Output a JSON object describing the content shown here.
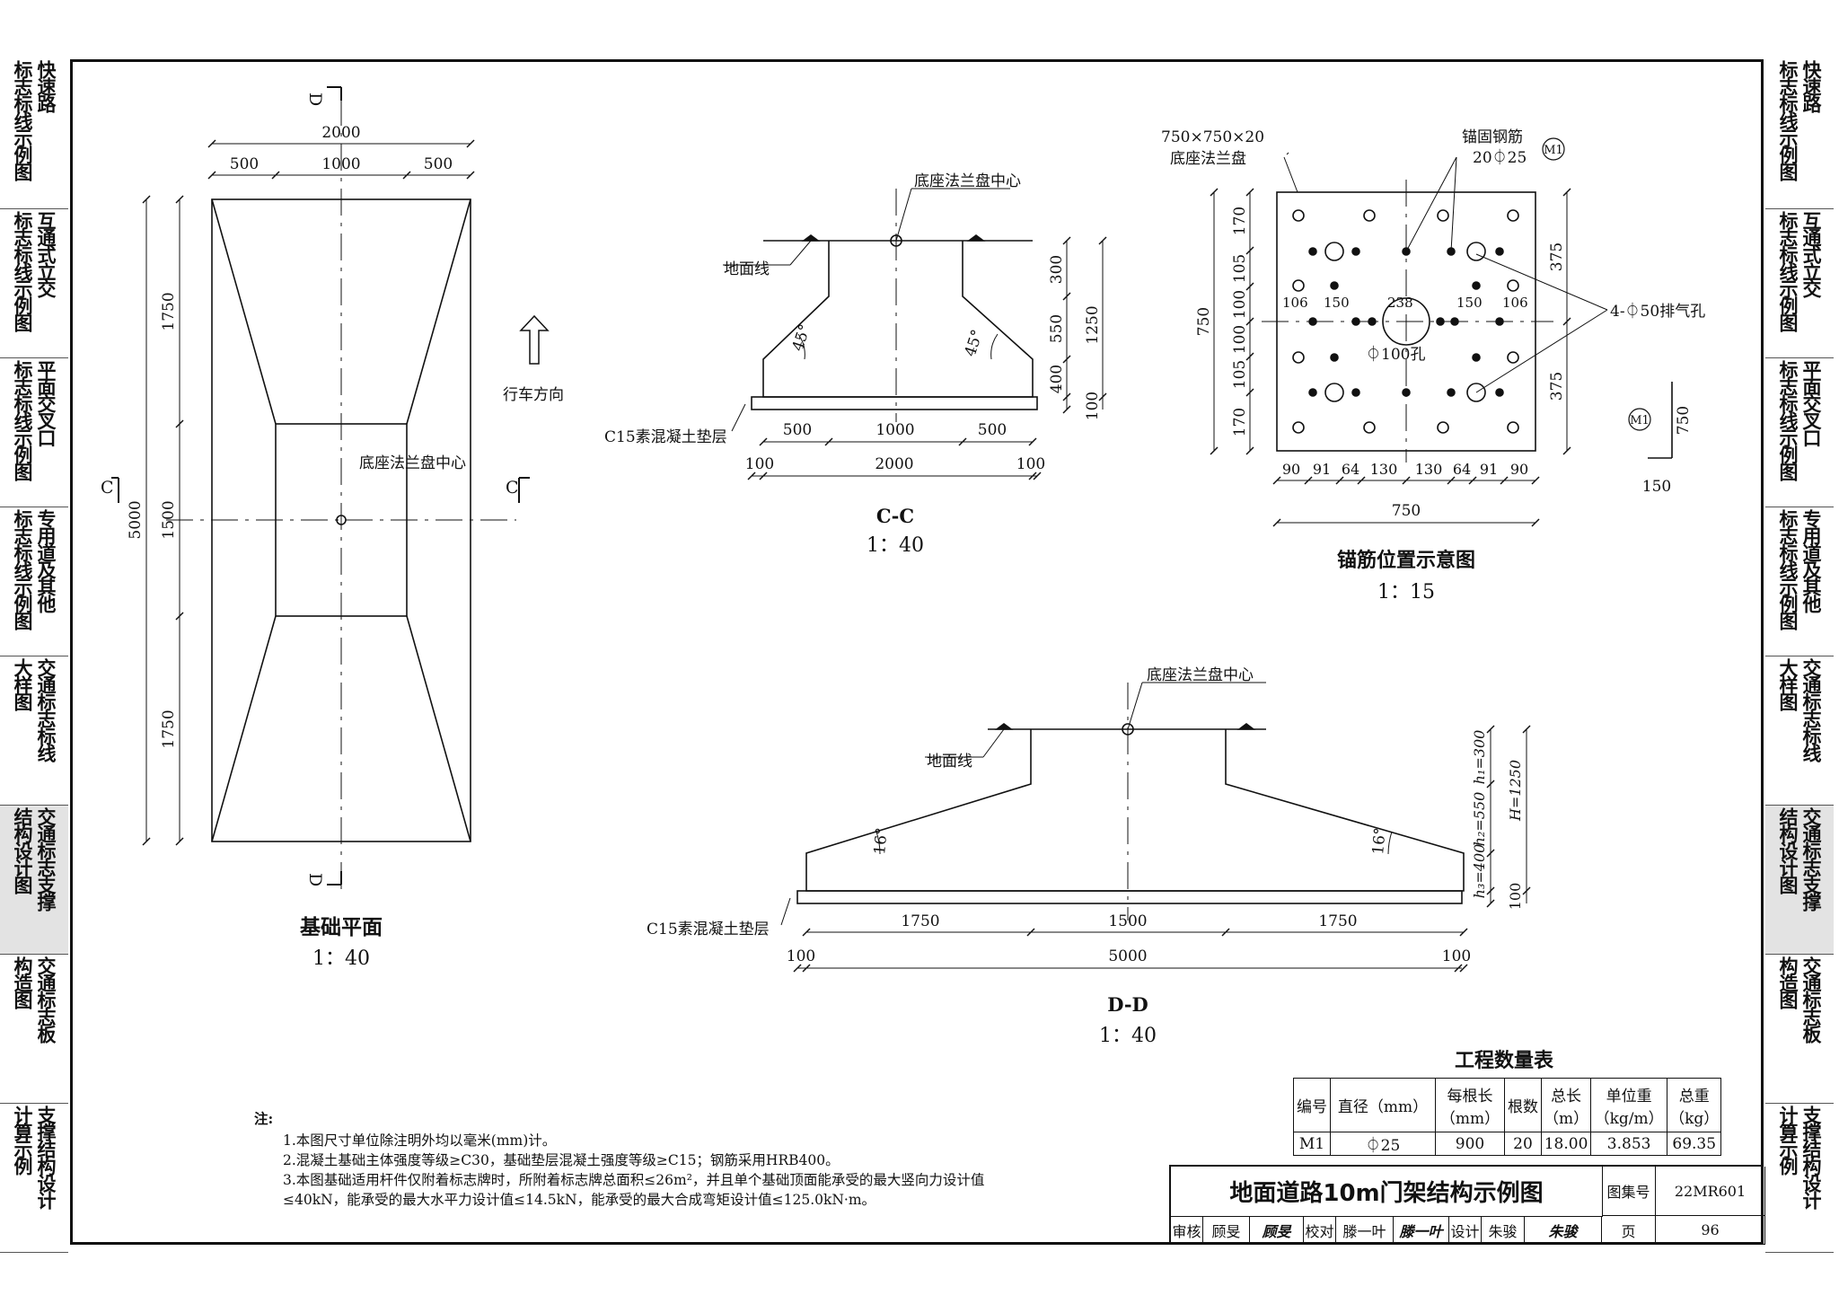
{
  "side_tabs": [
    {
      "cols": [
        "标志标线示例图",
        "快速路"
      ],
      "active": false,
      "height": 168
    },
    {
      "cols": [
        "标志标线示例图",
        "互通式立交"
      ],
      "active": false,
      "height": 166
    },
    {
      "cols": [
        "标志标线示例图",
        "平面交叉口"
      ],
      "active": false,
      "height": 166
    },
    {
      "cols": [
        "标志标线示例图",
        "专用道及其他"
      ],
      "active": false,
      "height": 166
    },
    {
      "cols": [
        "大样图",
        "交通标志标线"
      ],
      "active": false,
      "height": 166
    },
    {
      "cols": [
        "结构设计图",
        "交通标志支撑"
      ],
      "active": true,
      "height": 166
    },
    {
      "cols": [
        "构造图",
        "交通标志板"
      ],
      "active": false,
      "height": 166
    },
    {
      "cols": [
        "计算示例",
        "支撑结构设计"
      ],
      "active": false,
      "height": 166
    }
  ],
  "plan": {
    "title": "基础平面",
    "scale": "1：40",
    "dim_top_total": "2000",
    "dim_top_parts": [
      "500",
      "1000",
      "500"
    ],
    "dim_left_total": "5000",
    "dim_left_parts": [
      "1750",
      "1500",
      "1750"
    ],
    "center_label": "底座法兰盘中心",
    "section_c": "C",
    "section_d": "D",
    "direction_label": "行车方向"
  },
  "section_cc": {
    "title": "C-C",
    "scale": "1：40",
    "center_label": "底座法兰盘中心",
    "ground_label": "地面线",
    "base_label": "C15素混凝土垫层",
    "angle": "45°",
    "dims_bottom": [
      "500",
      "1000",
      "500"
    ],
    "dims_bottom2": [
      "100",
      "2000",
      "100"
    ],
    "dims_right": [
      "300",
      "550",
      "400",
      "100"
    ],
    "dim_right_total": "1250"
  },
  "anchor": {
    "title": "锚筋位置示意图",
    "scale": "1：15",
    "flange_size": "750×750×20",
    "flange_label": "底座法兰盘",
    "rebar_label": "锚固钢筋",
    "rebar_spec": "20⏀25",
    "mark": "M1",
    "vent_label": "4-⏀50排气孔",
    "hole_label": "⏀100孔",
    "dims_left": [
      "170",
      "105",
      "100",
      "100",
      "105",
      "170"
    ],
    "dim_left_total": "750",
    "dims_mid_row": [
      "106",
      "150",
      "238",
      "150",
      "106"
    ],
    "dims_right": [
      "375",
      "375"
    ],
    "dims_bottom": [
      "90",
      "91",
      "64",
      "130",
      "130",
      "64",
      "91",
      "90"
    ],
    "dim_bottom_total": "750",
    "m1_detail_v": "750",
    "m1_detail_h": "150"
  },
  "section_dd": {
    "title": "D-D",
    "scale": "1：40",
    "center_label": "底座法兰盘中心",
    "ground_label": "地面线",
    "base_label": "C15素混凝土垫层",
    "angle": "16°",
    "dims_bottom": [
      "1750",
      "1500",
      "1750"
    ],
    "dims_bottom2": [
      "100",
      "5000",
      "100"
    ],
    "h1": "h₁=300",
    "h2": "h₂=550",
    "h3": "h₃=400",
    "H": "H=1250",
    "base_dim": "100"
  },
  "notes": {
    "title": "注:",
    "items": [
      "1.本图尺寸单位除注明外均以毫米(mm)计。",
      "2.混凝土基础主体强度等级≥C30，基础垫层混凝土强度等级≥C15；钢筋采用HRB400。",
      "3.本图基础适用杆件仅附着标志牌时，所附着标志牌总面积≤26m²，并且单个基础顶面能承受的最大竖向力设计值≤40kN，能承受的最大水平力设计值≤14.5kN，能承受的最大合成弯矩设计值≤125.0kN·m。"
    ]
  },
  "quantity_table": {
    "title": "工程数量表",
    "headers": [
      "编号",
      "直径（mm）",
      "每根长（mm）",
      "根数",
      "总长（m）",
      "单位重（kg/m）",
      "总重（kg）"
    ],
    "row": [
      "M1",
      "⏀25",
      "900",
      "20",
      "18.00",
      "3.853",
      "69.35"
    ]
  },
  "title_block": {
    "main_title": "地面道路10m门架结构示例图",
    "atlas_label": "图集号",
    "atlas_no": "22MR601",
    "review_label": "审核",
    "reviewer": "顾旻",
    "check_label": "校对",
    "checker": "滕一叶",
    "design_label": "设计",
    "designer": "朱骏",
    "page_label": "页",
    "page_no": "96"
  },
  "colors": {
    "line": "#111111",
    "active_tab": "#e3e3e3"
  }
}
